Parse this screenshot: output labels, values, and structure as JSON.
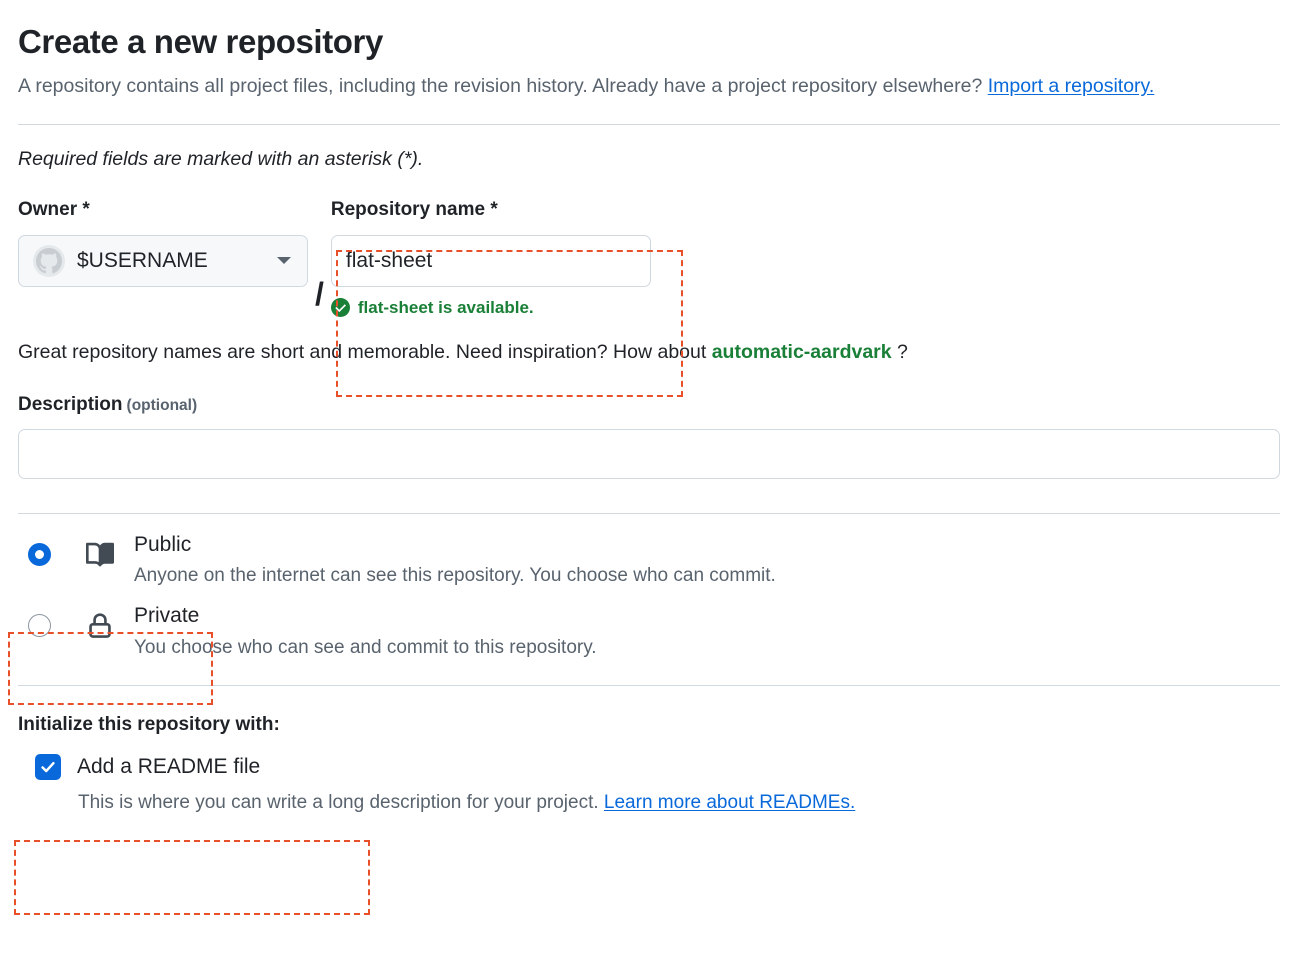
{
  "header": {
    "title": "Create a new repository",
    "description_part1": "A repository contains all project files, including the revision history. Already have a project repository elsewhere?",
    "import_link": "Import a repository.",
    "required_note": "Required fields are marked with an asterisk (*)."
  },
  "owner": {
    "label": "Owner *",
    "value": "$USERNAME",
    "avatar_icon": "github-octocat-avatar-icon",
    "chevron_icon": "chevron-down-icon",
    "separator": "/"
  },
  "repository_name": {
    "label": "Repository name *",
    "value": "flat-sheet",
    "placeholder": "",
    "availability_message": "flat-sheet is available.",
    "availability_icon": "check-circle-fill-icon",
    "availability_color": "#1a7f37"
  },
  "inspiration": {
    "text_before": "Great repository names are short and memorable. Need inspiration? How about",
    "suggested_name": "automatic-aardvark",
    "text_after": "?"
  },
  "description": {
    "label": "Description",
    "optional_tag": "(optional)",
    "value": "",
    "placeholder": ""
  },
  "visibility": {
    "selected": "public",
    "options": [
      {
        "id": "public",
        "title": "Public",
        "description": "Anyone on the internet can see this repository. You choose who can commit.",
        "icon": "repo-book-icon",
        "checked": true
      },
      {
        "id": "private",
        "title": "Private",
        "description": "You choose who can see and commit to this repository.",
        "icon": "lock-icon",
        "checked": false
      }
    ]
  },
  "initialize": {
    "title": "Initialize this repository with:",
    "readme_label": "Add a README file",
    "readme_checked": true,
    "help_text": "This is where you can write a long description for your project.",
    "help_link": "Learn more about READMEs."
  },
  "annotations": {
    "color": "#e8502a",
    "boxes": [
      {
        "name": "repository-name-highlight"
      },
      {
        "name": "public-visibility-highlight"
      },
      {
        "name": "initialize-readme-highlight"
      }
    ]
  },
  "theme": {
    "accent_blue": "#0969da",
    "success_green": "#1a7f37",
    "text_primary": "#1f2328",
    "text_muted": "#59636e",
    "border": "#d1d9e0",
    "surface": "#f6f8fa"
  }
}
